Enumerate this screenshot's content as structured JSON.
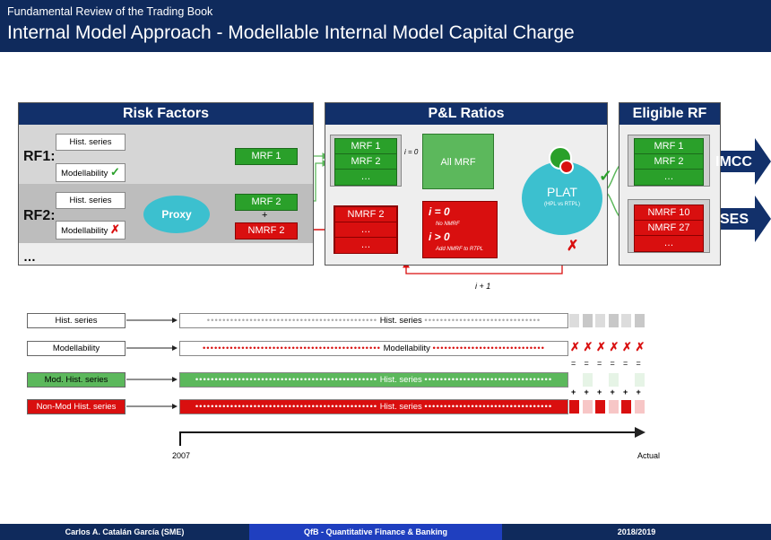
{
  "header": {
    "title": "Fundamental Review of the Trading Book",
    "subtitle": "Internal Model Approach - Modellable Internal Model Capital Charge"
  },
  "risk_factors": {
    "title": "Risk Factors",
    "rf1": {
      "label": "RF1:",
      "hist": "Hist. series",
      "model": "Modellability",
      "mark": "✓",
      "mrf": "MRF 1"
    },
    "rf2": {
      "label": "RF2:",
      "hist": "Hist. series",
      "model": "Modellability",
      "mark": "✗",
      "proxy": "Proxy",
      "mrf": "MRF 2",
      "plus": "+",
      "nmrf": "NMRF 2"
    },
    "more": "…"
  },
  "pl_ratios": {
    "title": "P&L Ratios",
    "green_items": [
      "MRF 1",
      "MRF 2",
      "…"
    ],
    "red_items": [
      "NMRF 2",
      "…",
      "…"
    ],
    "i0_label": "i = 0",
    "all_mrf": "All MRF",
    "cond1": "i = 0",
    "cond1_note": "No NMRF",
    "cond2": "i > 0",
    "cond2_note": "Add NMRF to RTPL",
    "plat": "PLAT",
    "plat_sub": "(HPL vs RTPL)",
    "pass_mark": "✓",
    "fail_mark": "✗",
    "loop_label": "i + 1"
  },
  "eligible": {
    "title": "Eligible RF",
    "green_items": [
      "MRF 1",
      "MRF 2",
      "…"
    ],
    "red_items": [
      "NMRF 10",
      "NMRF 27",
      "…"
    ],
    "imcc": "IMCC",
    "ses": "SES"
  },
  "timeline": {
    "rows": [
      {
        "label": "Hist. series",
        "bar": "Hist. series",
        "color": "#ffffff",
        "dot_color": "#aaaaaa"
      },
      {
        "label": "Modellability",
        "bar": "Modellability",
        "color": "#ffffff",
        "dot_color": "#d90f0f"
      },
      {
        "label": "Mod. Hist. series",
        "bar": "Hist. series",
        "color": "#5cb85c",
        "dot_color": "#ffffff"
      },
      {
        "label": "Non-Mod Hist. series",
        "bar": "Hist. series",
        "color": "#d90f0f",
        "dot_color": "#ffffff"
      }
    ],
    "crosses": [
      "✗",
      "✗",
      "✗",
      "✗",
      "✗",
      "✗"
    ],
    "equals": [
      "=",
      "=",
      "=",
      "=",
      "=",
      "="
    ],
    "pluses": [
      "+",
      "+",
      "+",
      "+",
      "+",
      "+"
    ],
    "start": "2007",
    "end": "Actual"
  },
  "footer": {
    "author": "Carlos A. Catalán García (SME)",
    "course": "QfB - Quantitative Finance & Banking",
    "year": "2018/2019"
  }
}
